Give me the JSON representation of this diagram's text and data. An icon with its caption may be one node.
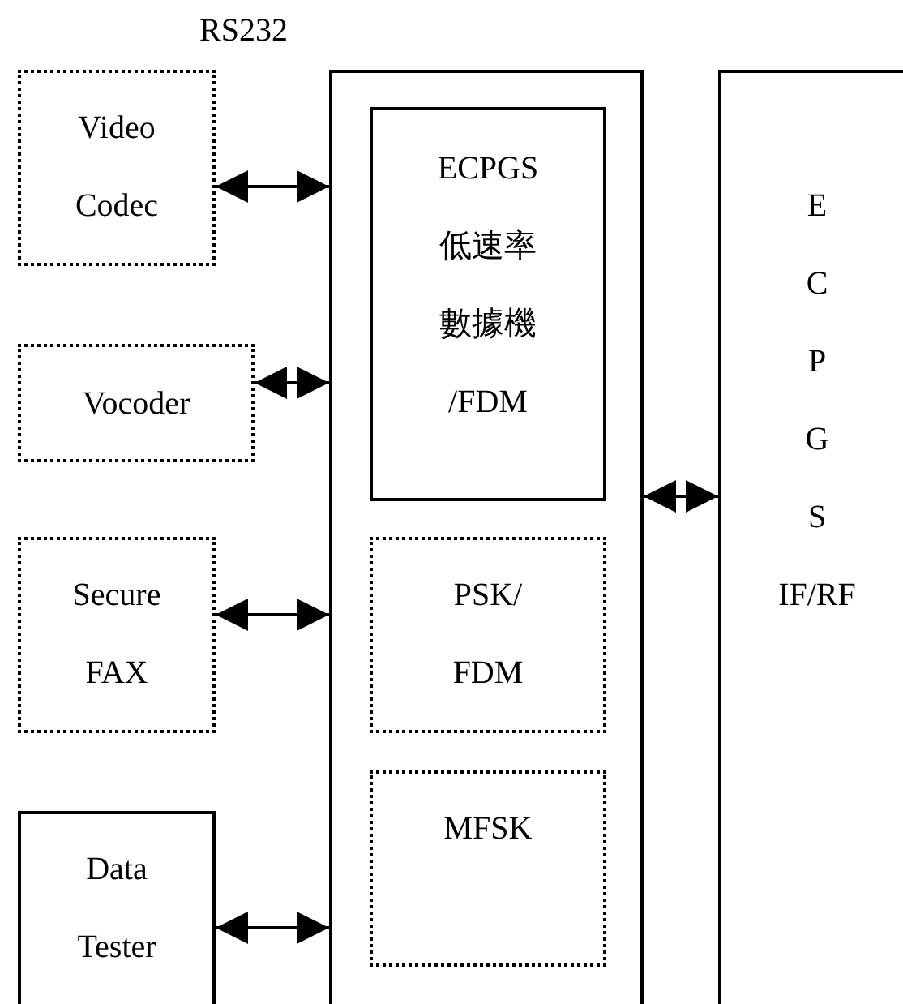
{
  "diagram": {
    "nodes": [
      {
        "text": [
          "Video Codec"
        ]
      },
      {
        "text": [
          "Vocoder"
        ]
      },
      {
        "text": [
          "Secure FAX"
        ]
      },
      {
        "text": [
          "Data Tester"
        ]
      },
      {
        "text": [],
        "shape": "box"
      },
      {
        "text": [
          "ECPGS低速率數據機/FDM"
        ],
        "in": 4
      },
      {
        "text": [
          "PSK/ FDM"
        ],
        "in": 4
      },
      {
        "text": [
          "MFSK"
        ],
        "in": 4
      },
      {
        "text": [
          "E C P G S IF/RF"
        ]
      }
    ],
    "edges": [
      {
        "from": 0,
        "to": 4,
        "arrow": "both"
      },
      {
        "from": 1,
        "to": 4,
        "arrow": "both"
      },
      {
        "from": 2,
        "to": 4,
        "arrow": "both"
      },
      {
        "from": 3,
        "to": 4,
        "arrow": "both"
      },
      {
        "from": 4,
        "to": 8,
        "arrow": "both"
      }
    ],
    "labels": [
      "RS232"
    ]
  }
}
